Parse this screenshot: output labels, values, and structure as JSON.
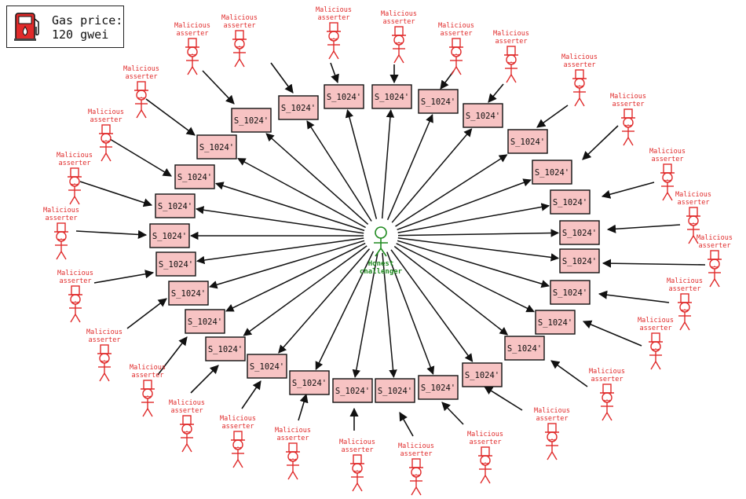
{
  "gas": {
    "label_line1": "Gas price:",
    "label_line2": "120 gwei",
    "icon": "gas-pump-icon",
    "icon_color": "#e02b2b"
  },
  "honest": {
    "line1": "Honest",
    "line2": "challenger",
    "color": "#1f8a1f"
  },
  "asserter_label_line1": "Malicious",
  "asserter_label_line2": "asserter",
  "asserter_color": "#e02b2b",
  "box_label": "S_1024'",
  "box_fill": "#f7c3c3",
  "box_count": 28
}
